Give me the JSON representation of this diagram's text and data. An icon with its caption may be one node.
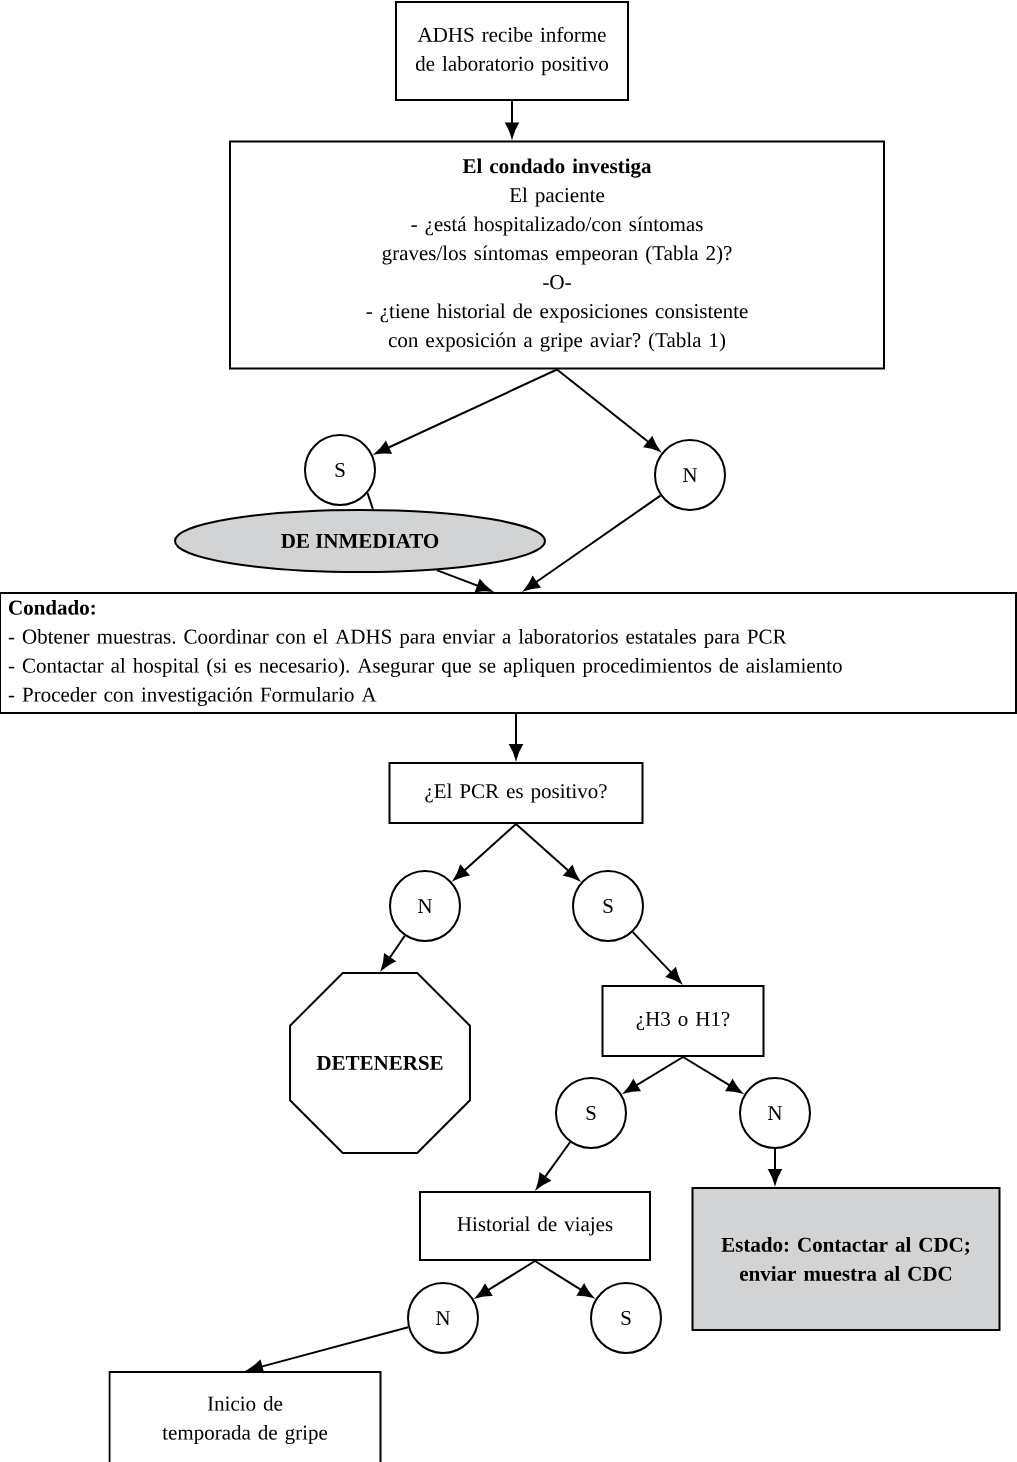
{
  "diagram": {
    "nodes": [
      {
        "text": [
          "ADHS recibe informe de laboratorio positivo"
        ]
      },
      {
        "text": [
          "El condado investiga",
          "El paciente",
          "- ¿está hospitalizado/con síntomas graves/los síntomas empeoran (Tabla 2)?",
          "-O-",
          "- ¿tiene historial de exposiciones consistente con exposición a gripe aviar? (Tabla 1)"
        ]
      },
      {
        "text": [
          "S"
        ]
      },
      {
        "text": [
          "N"
        ]
      },
      {
        "text": [
          "DE INMEDIATO"
        ]
      },
      {
        "text": [
          "Condado:",
          "- Obtener muestras. Coordinar con el ADHS para enviar a laboratorios estatales para PCR",
          "- Contactar al hospital (si es necesario). Asegurar que se apliquen procedimientos de aislamiento",
          "- Proceder con investigación Formulario A"
        ]
      },
      {
        "text": [
          "¿El PCR es positivo?"
        ]
      },
      {
        "text": [
          "N"
        ]
      },
      {
        "text": [
          "S"
        ]
      },
      {
        "text": [
          "DETENERSE"
        ]
      },
      {
        "text": [
          "¿H3 o H1?"
        ]
      },
      {
        "text": [
          "S"
        ]
      },
      {
        "text": [
          "N"
        ]
      },
      {
        "text": [
          "Estado: Contactar al CDC; enviar muestra al CDC"
        ]
      },
      {
        "text": [
          "Historial de viajes"
        ]
      },
      {
        "text": [
          "N"
        ]
      },
      {
        "text": [
          "S"
        ]
      },
      {
        "text": [
          "Inicio de temporada de gripe"
        ]
      }
    ],
    "edges": [
      {
        "from": 0,
        "to": 1,
        "arrow": "to"
      },
      {
        "from": 1,
        "to": 2,
        "arrow": "to"
      },
      {
        "from": 1,
        "to": 3,
        "arrow": "to"
      },
      {
        "from": 2,
        "to": 4,
        "arrow": "none"
      },
      {
        "from": 4,
        "to": 5,
        "arrow": "to"
      },
      {
        "from": 3,
        "to": 5,
        "arrow": "to"
      },
      {
        "from": 5,
        "to": 6,
        "arrow": "to"
      },
      {
        "from": 6,
        "to": 7,
        "arrow": "to"
      },
      {
        "from": 6,
        "to": 8,
        "arrow": "to"
      },
      {
        "from": 7,
        "to": 9,
        "arrow": "to"
      },
      {
        "from": 8,
        "to": 10,
        "arrow": "to"
      },
      {
        "from": 10,
        "to": 11,
        "arrow": "to"
      },
      {
        "from": 10,
        "to": 12,
        "arrow": "to"
      },
      {
        "from": 12,
        "to": 13,
        "arrow": "to"
      },
      {
        "from": 11,
        "to": 14,
        "arrow": "to"
      },
      {
        "from": 14,
        "to": 15,
        "arrow": "to"
      },
      {
        "from": 14,
        "to": 16,
        "arrow": "to"
      },
      {
        "from": 15,
        "to": 17,
        "arrow": "to"
      }
    ]
  }
}
